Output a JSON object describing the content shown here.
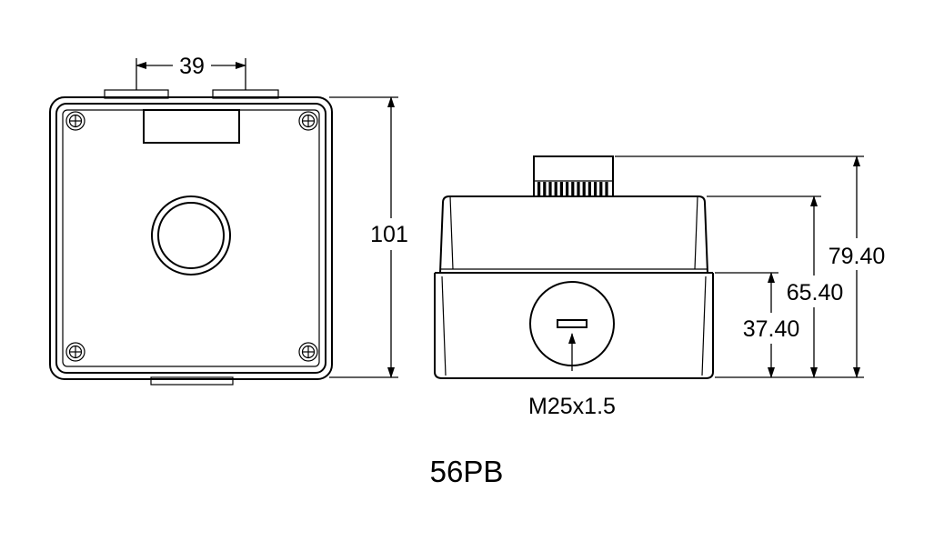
{
  "model_label": "56PB",
  "front_view": {
    "width_dimension": "39",
    "height_dimension": "101"
  },
  "side_view": {
    "height_overall": "79.40",
    "height_cover": "65.40",
    "height_base": "37.40",
    "thread_callout": "M25x1.5"
  }
}
